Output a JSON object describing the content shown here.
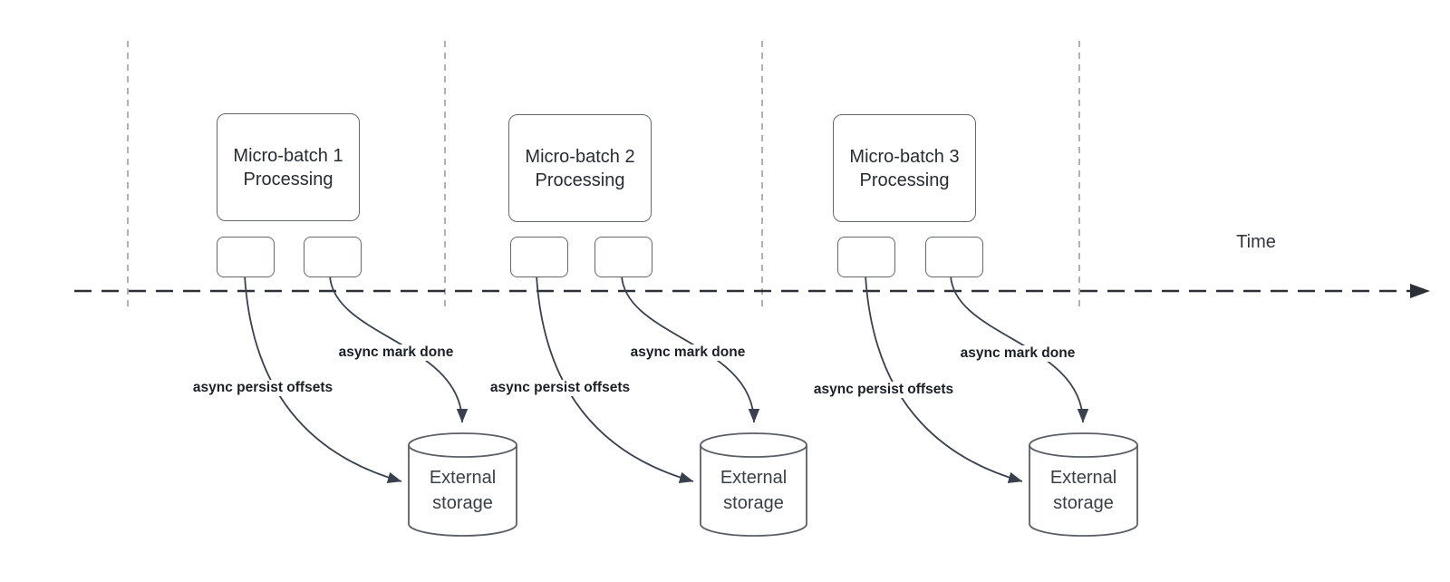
{
  "diagram": {
    "time_axis": {
      "label": "Time"
    },
    "groups": [
      {
        "title_line1": "Micro-batch 1",
        "title_line2": "Processing",
        "persist_arrow_label": "async persist offsets",
        "done_arrow_label": "async mark done",
        "storage_line1": "External",
        "storage_line2": "storage"
      },
      {
        "title_line1": "Micro-batch 2",
        "title_line2": "Processing",
        "persist_arrow_label": "async persist offsets",
        "done_arrow_label": "async mark done",
        "storage_line1": "External",
        "storage_line2": "storage"
      },
      {
        "title_line1": "Micro-batch 3",
        "title_line2": "Processing",
        "persist_arrow_label": "async persist offsets",
        "done_arrow_label": "async mark done",
        "storage_line1": "External",
        "storage_line2": "storage"
      }
    ],
    "colors": {
      "arrow_stroke": "#39414f",
      "shape_border": "#63676f",
      "guide_line": "#b0b2b5",
      "axis_line": "#2c3036",
      "label_text": "#1b1f26",
      "body_text": "#272c33"
    }
  }
}
